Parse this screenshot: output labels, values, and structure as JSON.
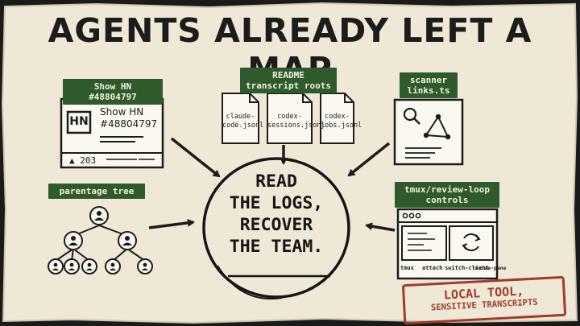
{
  "title": "AGENTS ALREADY LEFT A MAP",
  "tags": {
    "show_hn": "Show HN #48804797",
    "readme_line1": "README",
    "readme_line2": "transcript roots",
    "scanner_line1": "scanner",
    "scanner_line2": "links.ts",
    "parentage": "parentage tree",
    "tmux_line1": "tmux/review-loop",
    "tmux_line2": "controls"
  },
  "hn_card": {
    "logo": "HN",
    "line1": "Show HN",
    "line2": "#48804797",
    "votes": "▲ 203"
  },
  "files": [
    {
      "line1": "claude-",
      "line2": "code.jsonl"
    },
    {
      "line1": "codex-",
      "line2": "sessions.jsonl"
    },
    {
      "line1": "codex-",
      "line2": "jobs.jsonl"
    }
  ],
  "center": {
    "line1": "READ",
    "line2": "THE LOGS,",
    "line3": "RECOVER",
    "line4": "THE TEAM."
  },
  "tmux_buttons": [
    "tmux",
    "attach",
    "switch-client",
    "resize-pane"
  ],
  "stamp": {
    "line1": "LOCAL TOOL,",
    "line2": "SENSITIVE TRANSCRIPTS"
  },
  "colors": {
    "paper": "#efe8d6",
    "ink": "#1c1c1c",
    "tag_green": "#2f5a2b",
    "stamp_red": "#a33a2c"
  }
}
